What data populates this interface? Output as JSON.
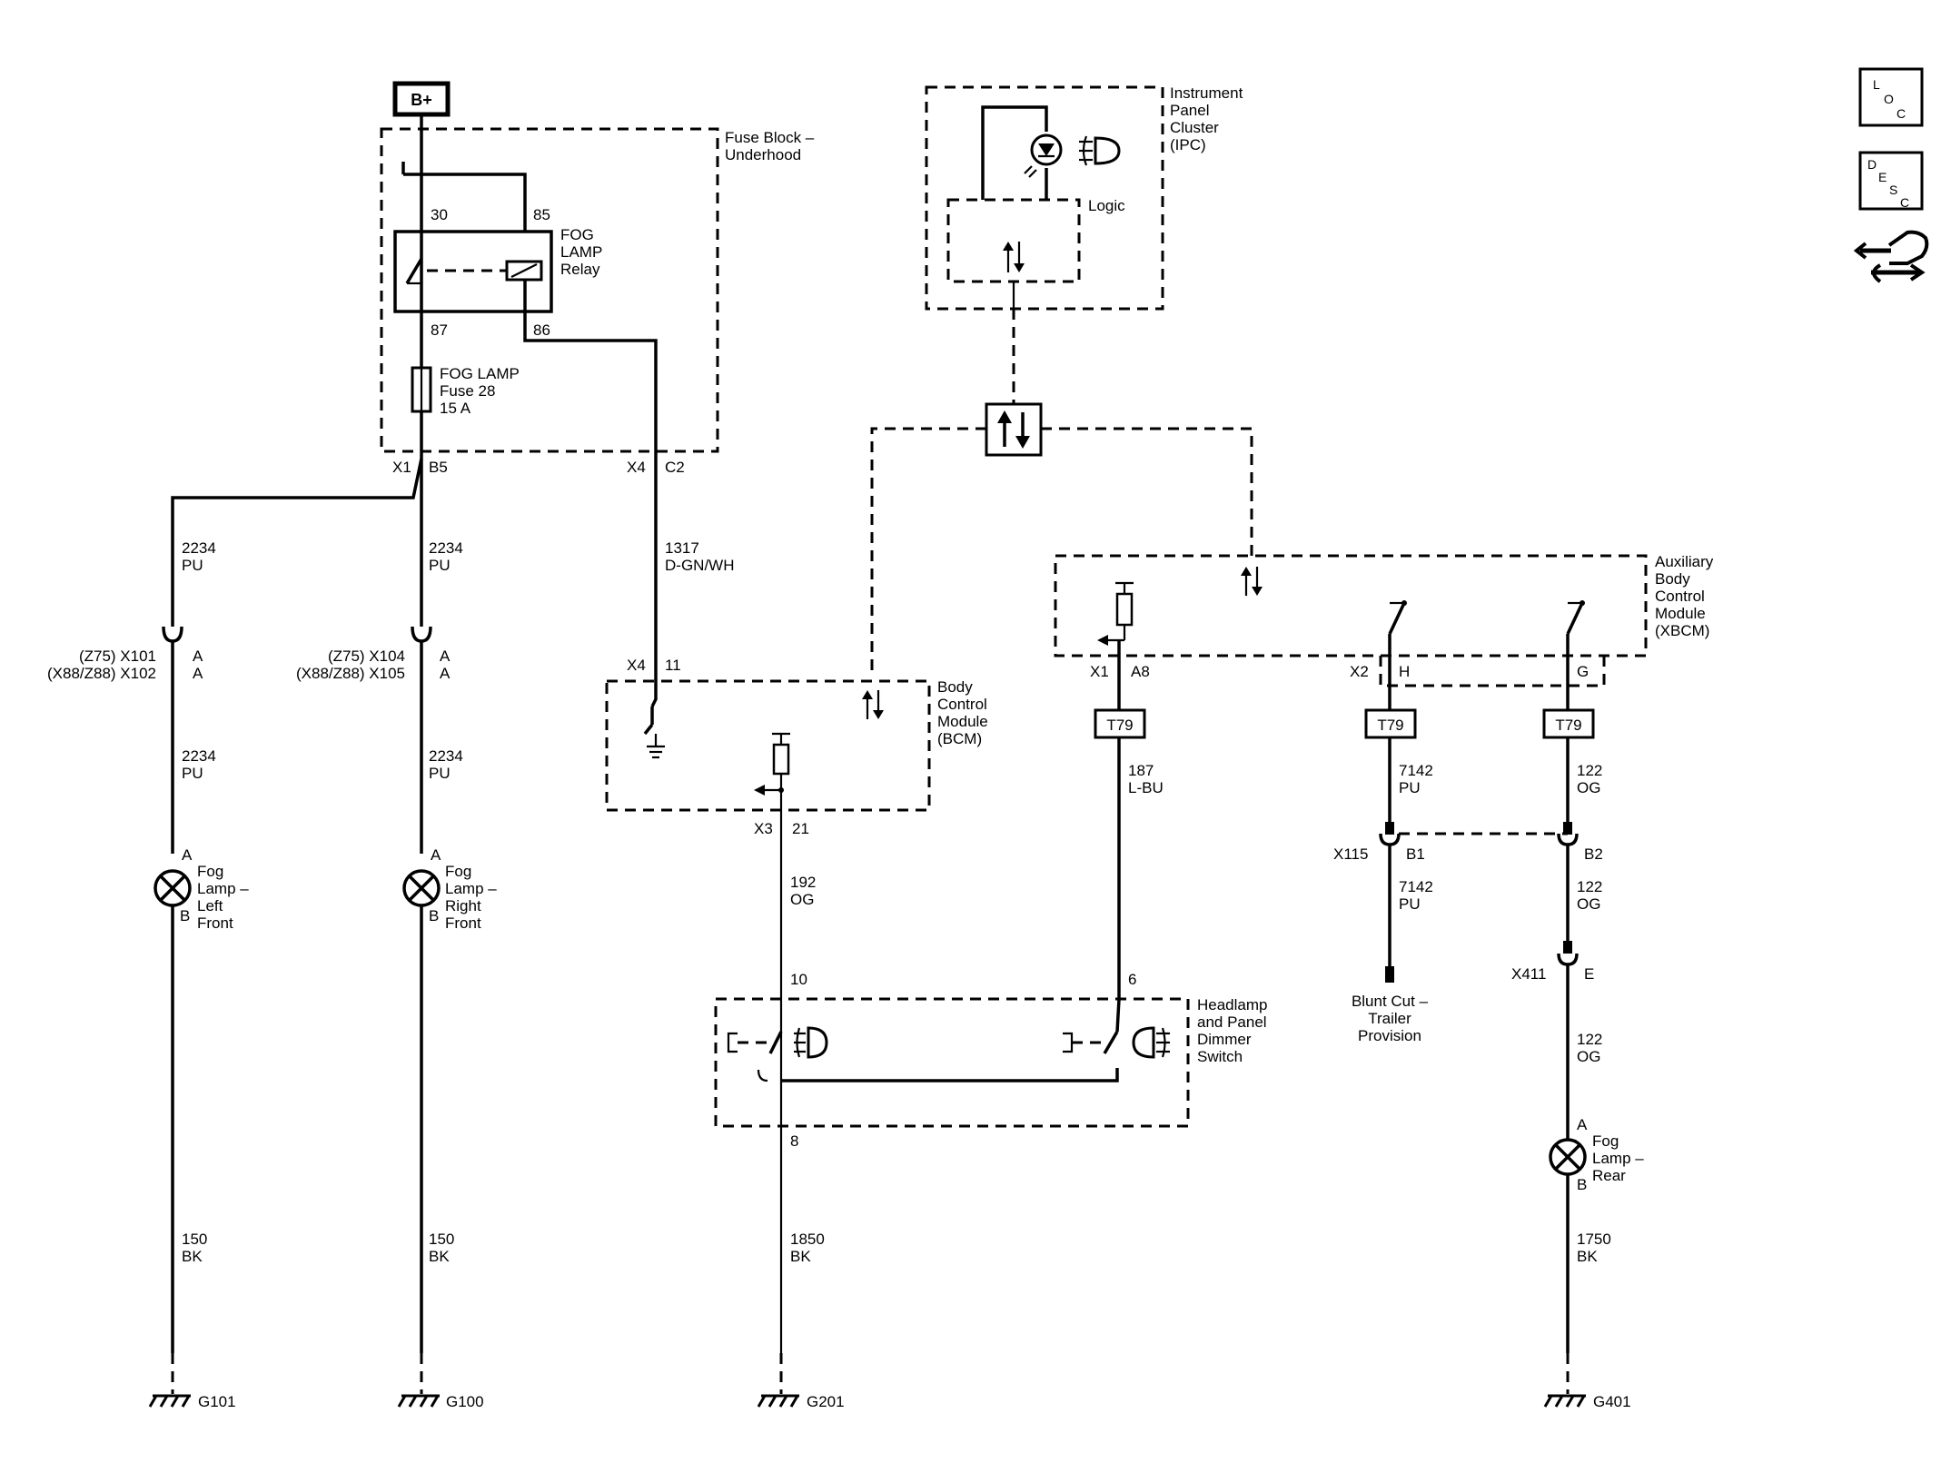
{
  "diagram": {
    "supply": "B+",
    "fuse_block": {
      "name_line1": "Fuse Block –",
      "name_line2": "Underhood"
    },
    "relay": {
      "pin30": "30",
      "pin85": "85",
      "pin87": "87",
      "pin86": "86",
      "line1": "FOG",
      "line2": "LAMP",
      "line3": "Relay"
    },
    "fuse": {
      "line1": "FOG LAMP",
      "line2": "Fuse 28",
      "line3": "15 A"
    },
    "fb_connectors": {
      "x1": "X1",
      "b5": "B5",
      "x4": "X4",
      "c2": "C2"
    },
    "ipc": {
      "line1": "Instrument",
      "line2": "Panel",
      "line3": "Cluster",
      "line4": "(IPC)",
      "logic": "Logic"
    },
    "bcm": {
      "line1": "Body",
      "line2": "Control",
      "line3": "Module",
      "line4": "(BCM)",
      "x4": "X4",
      "p11": "11",
      "x3": "X3",
      "p21": "21"
    },
    "xbcm": {
      "line1": "Auxiliary",
      "line2": "Body",
      "line3": "Control",
      "line4": "Module",
      "line5": "(XBCM)",
      "x1": "X1",
      "a8": "A8",
      "x2": "X2",
      "h": "H",
      "g": "G"
    },
    "wires": {
      "w2234": "2234",
      "pu": "PU",
      "w1317": "1317",
      "dgnwh": "D-GN/WH",
      "w150": "150",
      "bk": "BK",
      "w192": "192",
      "og": "OG",
      "w187": "187",
      "lbu": "L-BU",
      "w7142": "7142",
      "w122": "122",
      "w1850": "1850",
      "w1750": "1750"
    },
    "connectors": {
      "z75_x101": "(Z75) X101",
      "x88_x102": "(X88/Z88) X102",
      "z75_x104": "(Z75) X104",
      "x88_x105": "(X88/Z88) X105",
      "pin_a": "A",
      "pin_b": "B",
      "x115": "X115",
      "b1": "B1",
      "b2": "B2",
      "x411": "X411",
      "e": "E",
      "p10": "10",
      "p6": "6",
      "p8": "8"
    },
    "lamps": {
      "lf": {
        "l1": "Fog",
        "l2": "Lamp –",
        "l3": "Left",
        "l4": "Front"
      },
      "rf": {
        "l1": "Fog",
        "l2": "Lamp –",
        "l3": "Right",
        "l4": "Front"
      },
      "rear": {
        "l1": "Fog",
        "l2": "Lamp –",
        "l3": "Rear"
      }
    },
    "switch": {
      "l1": "Headlamp",
      "l2": "and Panel",
      "l3": "Dimmer",
      "l4": "Switch"
    },
    "t79": "T79",
    "blunt": {
      "l1": "Blunt Cut –",
      "l2": "Trailer",
      "l3": "Provision"
    },
    "grounds": {
      "g101": "G101",
      "g100": "G100",
      "g201": "G201",
      "g401": "G401"
    }
  },
  "side_icons": {
    "loc_l": "L",
    "loc_o": "O",
    "loc_c": "C",
    "desc_d": "D",
    "desc_e": "E",
    "desc_s": "S",
    "desc_c": "C"
  }
}
